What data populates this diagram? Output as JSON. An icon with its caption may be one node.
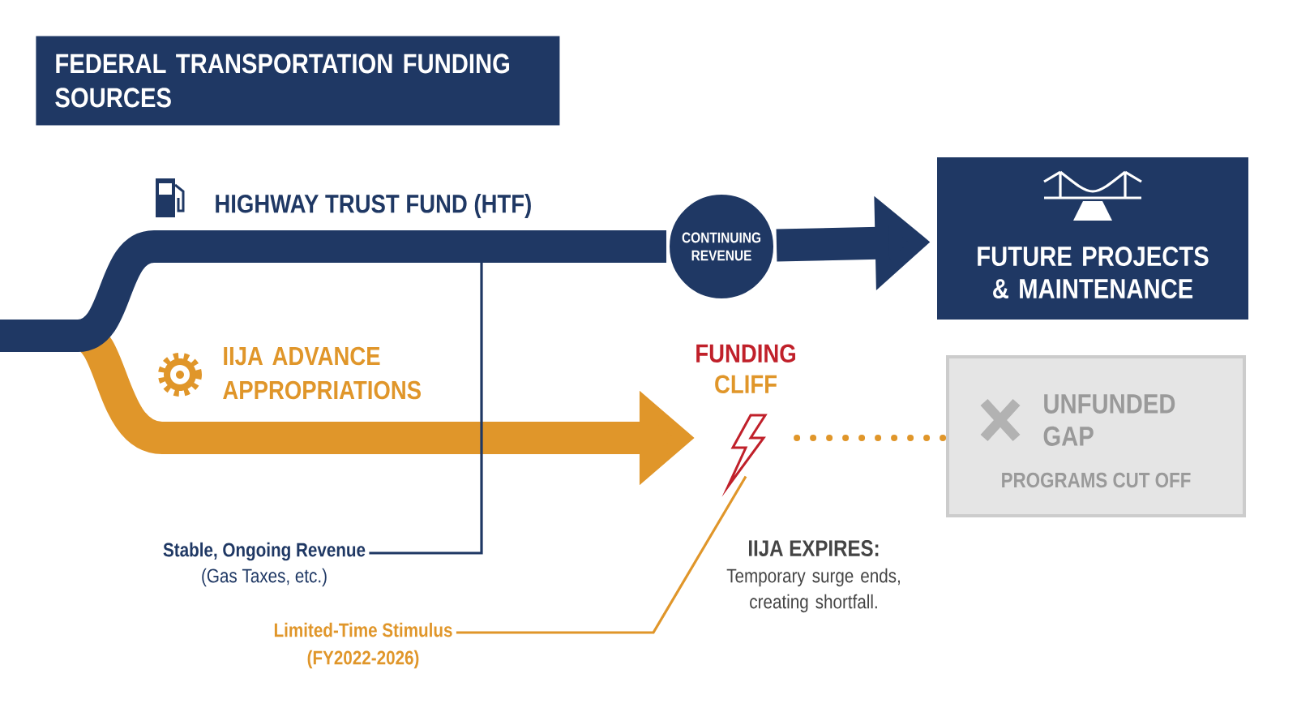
{
  "diagram": {
    "title": "FEDERAL TRANSPORTATION FUNDING SOURCES",
    "nodes": [
      {
        "text": [
          "CONTINUING REVENUE"
        ]
      },
      {
        "text": [
          "FUTURE PROJECTS & MAINTENANCE"
        ]
      },
      {
        "text": [
          "FUNDING",
          "CLIFF"
        ]
      },
      {
        "text": [
          "UNFUNDED GAP",
          "PROGRAMS CUT OFF"
        ]
      },
      {
        "text": [
          "Stable, Ongoing Revenue",
          "(Gas Taxes, etc.)"
        ]
      },
      {
        "text": [
          "Limited-Time Stimulus",
          "(FY2022-2026)"
        ]
      }
    ],
    "edges": [
      {
        "from": null,
        "to": 0,
        "arrow": "none",
        "style": "thick",
        "color": "#1f3864"
      },
      {
        "from": 0,
        "to": 1,
        "arrow": "to",
        "style": "thick",
        "color": "#1f3864"
      },
      {
        "from": null,
        "to": 2,
        "arrow": "to",
        "style": "thick",
        "color": "#e0962a"
      },
      {
        "from": 2,
        "to": 3,
        "arrow": "none",
        "style": "dashed",
        "color": "#e0962a"
      },
      {
        "from": 4,
        "to": null,
        "arrow": "none",
        "color": "#1f3864"
      },
      {
        "from": 5,
        "to": 2,
        "arrow": "none",
        "color": "#e0962a"
      }
    ],
    "labels": [
      "HIGHWAY TRUST FUND (HTF)",
      "IIJA ADVANCE APPROPRIATIONS",
      "IIJA EXPIRES:",
      "Temporary surge ends, creating shortfall."
    ]
  }
}
